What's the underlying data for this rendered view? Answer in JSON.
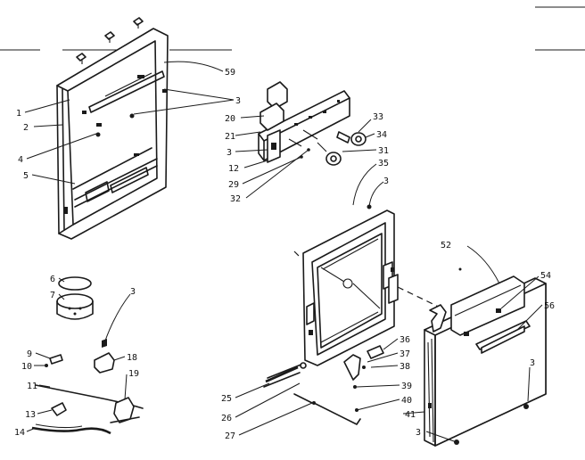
{
  "labels": {
    "l1": "1",
    "l2": "2",
    "l3a": "3",
    "l3b": "3",
    "l3c": "3",
    "l3d": "3",
    "l3e": "3",
    "l3f": "3",
    "l4": "4",
    "l5": "5",
    "l59": "59",
    "l20": "20",
    "l21": "21",
    "l12": "12",
    "l29": "29",
    "l32": "32",
    "l33": "33",
    "l34": "34",
    "l31": "31",
    "l35": "35",
    "l52": "52",
    "l54": "54",
    "l56": "56",
    "l6": "6",
    "l7": "7",
    "l9": "9",
    "l10": "10",
    "l18": "18",
    "l11": "11",
    "l19": "19",
    "l13": "13",
    "l14": "14",
    "l36": "36",
    "l37": "37",
    "l38": "38",
    "l39": "39",
    "l40": "40",
    "l41": "41",
    "l25": "25",
    "l26": "26",
    "l27": "27"
  }
}
